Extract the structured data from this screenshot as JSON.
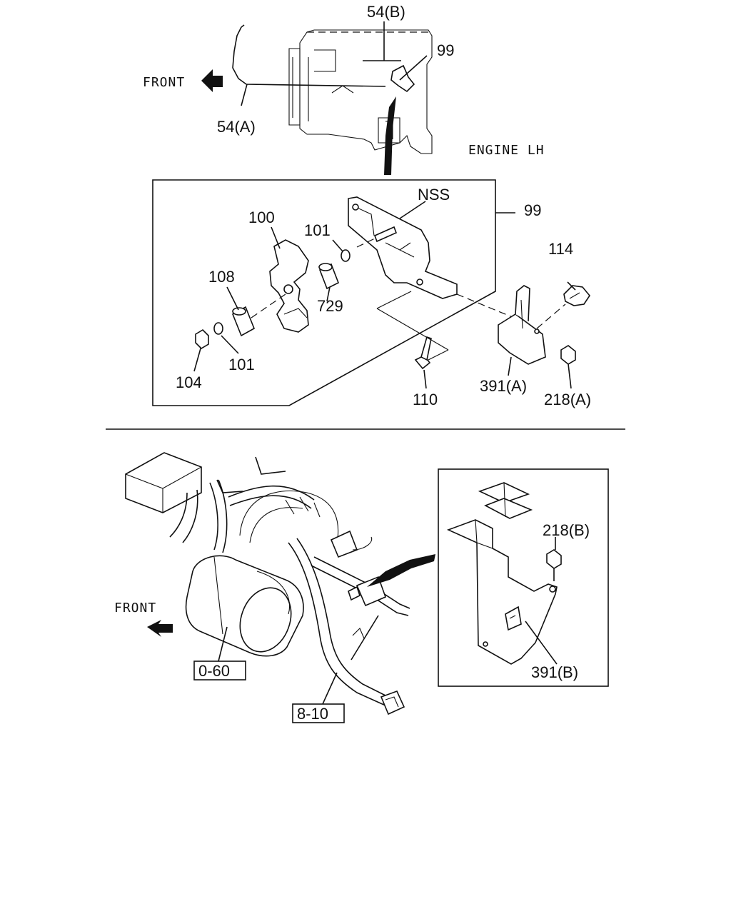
{
  "top_view": {
    "front_label": "FRONT",
    "engine_label": "ENGINE LH",
    "callouts": [
      "54(B)",
      "99",
      "54(A)"
    ]
  },
  "detail_box": {
    "box_callout": "99",
    "callouts": [
      "NSS",
      "100",
      "101",
      "108",
      "729",
      "104",
      "101",
      "110",
      "114",
      "391(A)",
      "218(A)"
    ]
  },
  "bottom_view": {
    "front_label": "FRONT",
    "ref_boxes": [
      "0-60",
      "8-10"
    ]
  },
  "inset_box": {
    "callouts": [
      "218(B)",
      "391(B)"
    ]
  }
}
